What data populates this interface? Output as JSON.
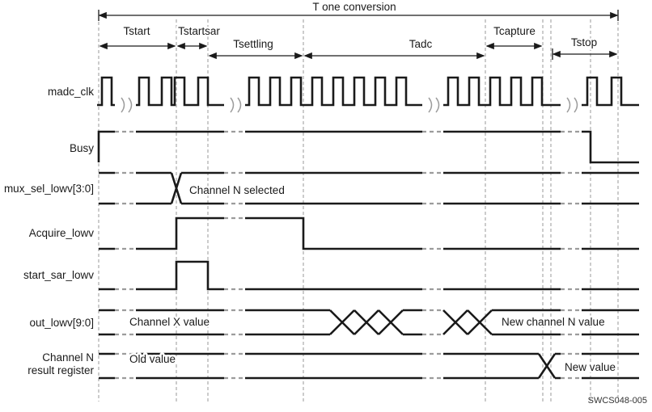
{
  "header": {
    "t_one_conversion": "T one conversion"
  },
  "timing": {
    "tstart": "Tstart",
    "tstartsar": "Tstartsar",
    "tsettling": "Tsettling",
    "tadc": "Tadc",
    "tcapture": "Tcapture",
    "tstop": "Tstop"
  },
  "signals": {
    "madc_clk": "madc_clk",
    "busy": "Busy",
    "mux_sel": "mux_sel_lowv[3:0]",
    "acquire": "Acquire_lowv",
    "start_sar": "start_sar_lowv",
    "out": "out_lowv[9:0]",
    "result_line1": "Channel N",
    "result_line2": "result register"
  },
  "annotations": {
    "channel_n_selected": "Channel  N selected",
    "channel_x_value": "Channel X value",
    "new_channel_n_value": "New channel N value",
    "old_value": "Old value",
    "new_value": "New  value"
  },
  "footer": {
    "doc_id": "SWCS048-005"
  },
  "colors": {
    "line": "#1a1a1a",
    "break_gray": "#9c9c9c",
    "grid_gray": "#9a9a9a",
    "background": "#ffffff"
  }
}
